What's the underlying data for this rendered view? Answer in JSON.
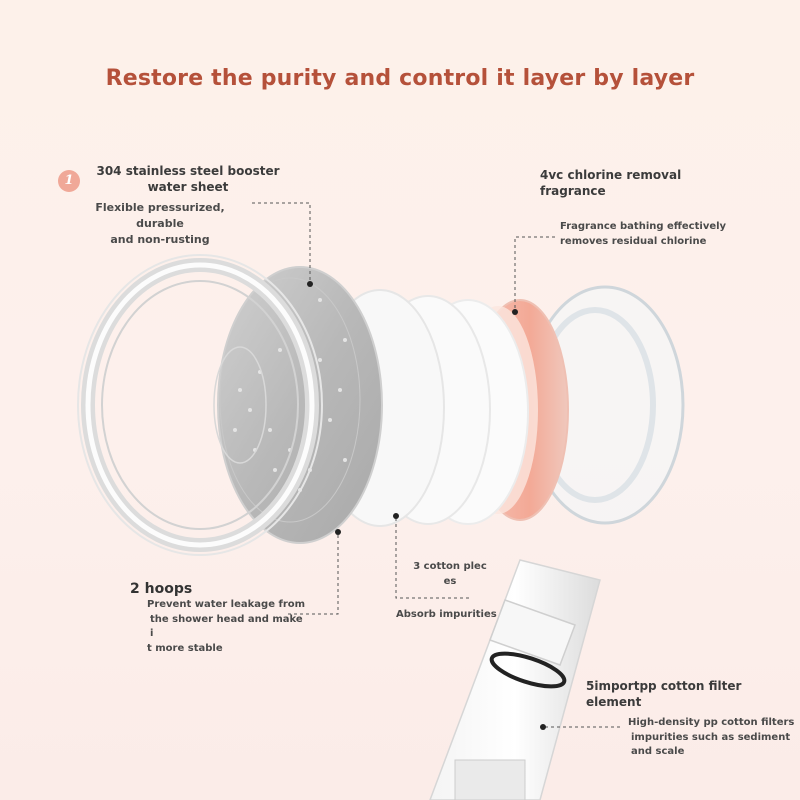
{
  "title": "Restore the purity and control it layer by layer",
  "badge": "1",
  "callouts": {
    "steel": {
      "heading_line1": "304 stainless steel booster",
      "heading_line2": "water sheet",
      "desc_line1": "Flexible pressurized, durable",
      "desc_line2": "and non-rusting"
    },
    "vc": {
      "heading_line1": "4vc chlorine removal",
      "heading_line2": "fragrance",
      "desc_line1": "Fragrance bathing effectively",
      "desc_line2": "removes residual chlorine"
    },
    "hoops": {
      "heading": "2 hoops",
      "desc_line1": "Prevent water leakage from",
      "desc_line2": "the shower head and make i",
      "desc_line3": "t more stable"
    },
    "cotton": {
      "heading_line1": "3 cotton plec",
      "heading_line2": "es",
      "desc": "Absorb impurities"
    },
    "pp": {
      "heading": "5importpp cotton filter element",
      "desc_line1": "High-density pp cotton filters",
      "desc_line2": "impurities such as sediment",
      "desc_line3": "and scale"
    }
  },
  "colors": {
    "title": "#b5513a",
    "badge": "#f0a898",
    "vc_filter": "#f4b4a4",
    "steel_plate": "#bdbdbd"
  }
}
